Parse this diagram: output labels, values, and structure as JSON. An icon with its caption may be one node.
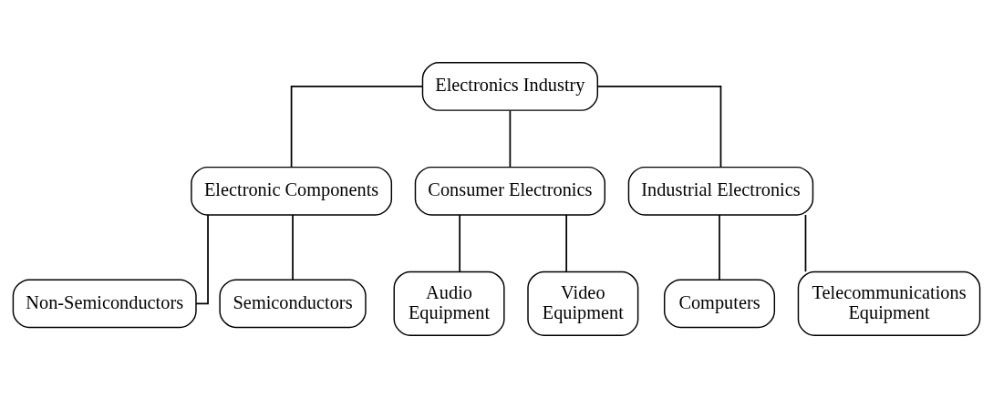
{
  "diagram": {
    "nodes": [
      {
        "text": [
          "Electronics Industry"
        ]
      },
      {
        "text": [
          "Electronic Components"
        ]
      },
      {
        "text": [
          "Consumer Electronics"
        ]
      },
      {
        "text": [
          "Industrial Electronics"
        ]
      },
      {
        "text": [
          "Non-Semiconductors"
        ]
      },
      {
        "text": [
          "Semiconductors"
        ]
      },
      {
        "text": [
          "Audio Equipment"
        ]
      },
      {
        "text": [
          "Video Equipment"
        ]
      },
      {
        "text": [
          "Computers"
        ]
      },
      {
        "text": [
          "Telecommunications Equipment"
        ]
      }
    ],
    "edges": [
      {
        "from": 0,
        "to": 1,
        "arrow": "none"
      },
      {
        "from": 0,
        "to": 2,
        "arrow": "none"
      },
      {
        "from": 0,
        "to": 3,
        "arrow": "none"
      },
      {
        "from": 1,
        "to": 4,
        "arrow": "none"
      },
      {
        "from": 1,
        "to": 5,
        "arrow": "none"
      },
      {
        "from": 2,
        "to": 6,
        "arrow": "none"
      },
      {
        "from": 2,
        "to": 7,
        "arrow": "none"
      },
      {
        "from": 3,
        "to": 8,
        "arrow": "none"
      },
      {
        "from": 3,
        "to": 9,
        "arrow": "none"
      }
    ]
  }
}
